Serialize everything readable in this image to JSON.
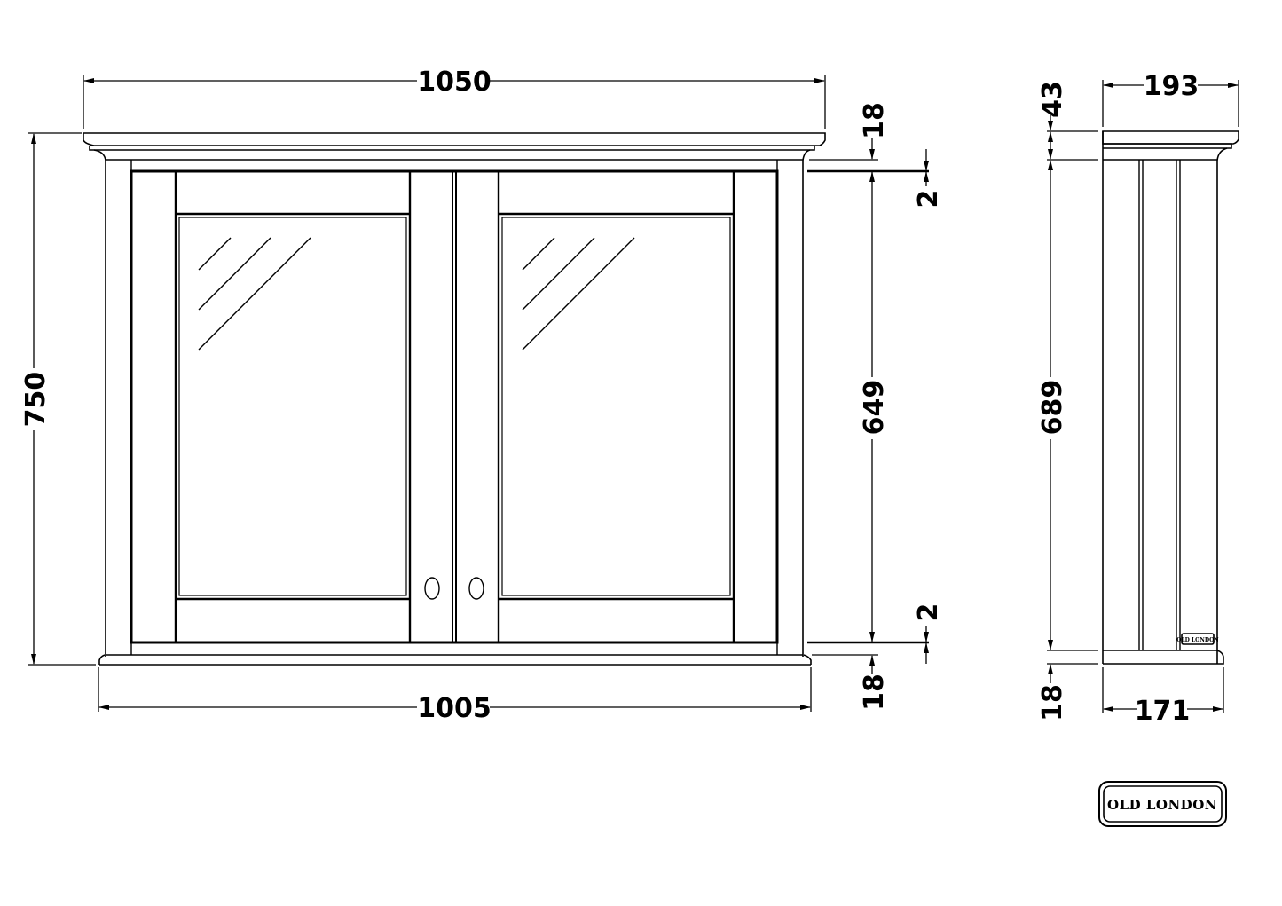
{
  "drawing": {
    "subject": "Double mirror wall cabinet - front and side elevation",
    "front_elevation": {
      "overall_width": "1050",
      "base_width": "1005",
      "overall_height": "750",
      "cornice_height": "18",
      "top_gap": "2",
      "door_height": "649",
      "bottom_gap": "2",
      "plinth_height": "18"
    },
    "side_elevation": {
      "top_depth": "193",
      "cornice_height": "43",
      "body_height": "689",
      "plinth_height": "18",
      "base_depth": "171",
      "badge_text": "OLD LONDON"
    },
    "brand_logo": {
      "text_line": "OLD LONDON"
    }
  }
}
